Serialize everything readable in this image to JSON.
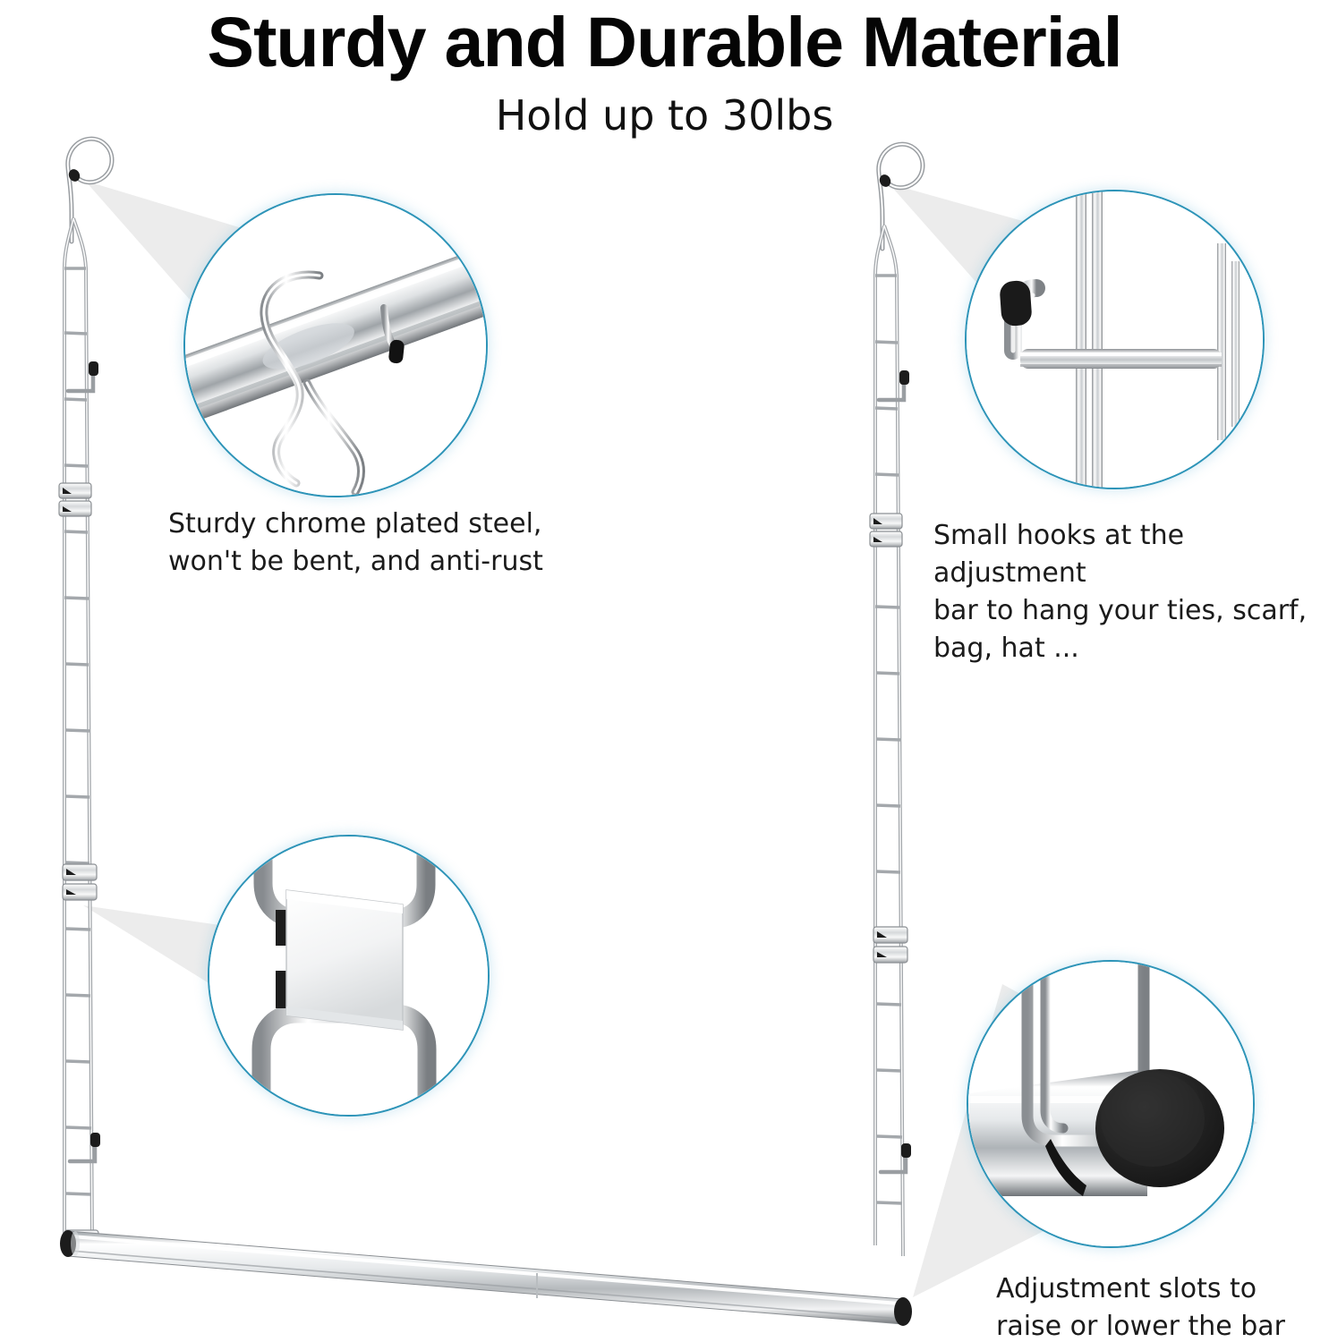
{
  "heading": {
    "title": "Sturdy and Durable Material",
    "subtitle": "Hold up to 30lbs"
  },
  "colors": {
    "circle_border": "#2d94b8",
    "circle_glow": "#8cc8e1",
    "cone_fill": "#ececec",
    "chrome_light": "#fdfdfd",
    "chrome_mid": "#c9cbcd",
    "chrome_dark": "#6e7275",
    "chrome_outline": "#8b8f93",
    "black_cap": "#1c1c1c",
    "text": "#1b1b1b",
    "title_text": "#050505",
    "background": "#ffffff"
  },
  "callouts": [
    {
      "id": "chrome-steel",
      "caption": "Sturdy chrome plated steel,\nwon't be bent, and anti-rust",
      "detail_name": "s-hook-on-rod-detail"
    },
    {
      "id": "small-hooks",
      "caption": "Small hooks at the adjustment\nbar to hang your ties, scarf,\nbag, hat ...",
      "detail_name": "small-hook-on-bar-detail"
    },
    {
      "id": "adjustment-clip",
      "caption": "",
      "detail_name": "adjustment-clip-detail"
    },
    {
      "id": "adjustment-slots",
      "caption": "Adjustment slots to\nraise or lower the bar",
      "detail_name": "bar-end-cap-detail"
    }
  ],
  "product": {
    "name": "closet-hanging-rod-organizer",
    "parts": [
      "left-s-hook",
      "left-ladder-rail",
      "left-small-hook",
      "left-adjustment-clip",
      "right-s-hook",
      "right-ladder-rail",
      "right-small-hook",
      "right-adjustment-clip",
      "hanging-bar",
      "bar-end-cap-left",
      "bar-end-cap-right"
    ]
  }
}
